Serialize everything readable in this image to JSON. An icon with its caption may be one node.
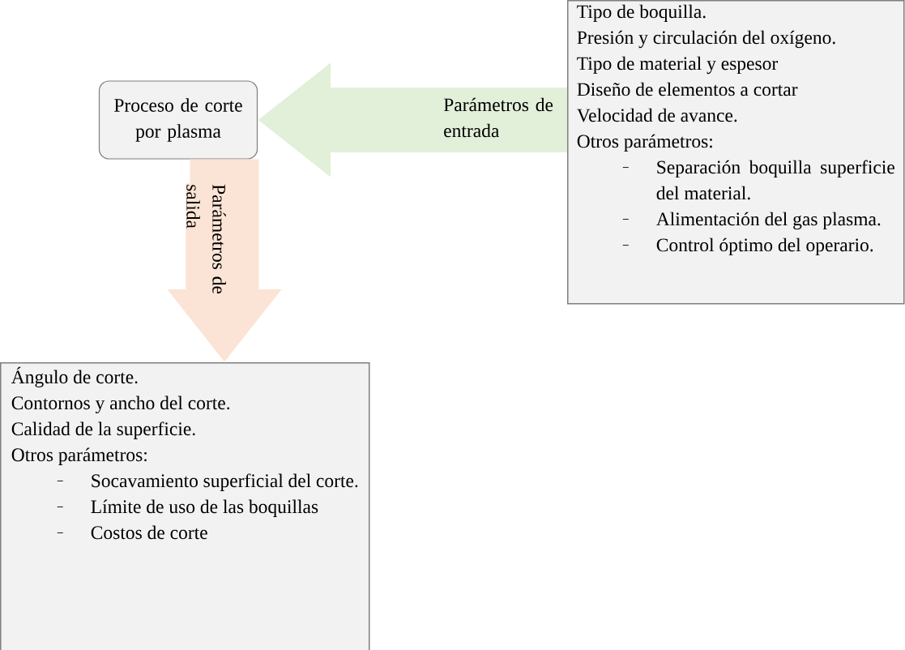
{
  "diagram": {
    "nodes": [
      {
        "text": [
          "Proceso de corte por plasma"
        ]
      },
      {
        "text": [
          "Tipo de boquilla.",
          "Presión y circulación del oxígeno.",
          "Tipo de material y espesor",
          "Diseño de elementos a cortar",
          "Velocidad de avance.",
          "Otros parámetros:",
          "Separación boquilla superficie del material.",
          "Alimentación del gas plasma.",
          "Control óptimo del operario."
        ]
      },
      {
        "text": [
          "Ángulo de corte.",
          "Contornos y ancho del corte.",
          "Calidad de la superficie.",
          "Otros parámetros:",
          "Socavamiento superficial del corte.",
          "Límite de uso de las boquillas",
          "Costos de corte"
        ]
      }
    ],
    "edges": [
      {
        "from": 1,
        "to": 0,
        "arrow": "to",
        "label": "Parámetros de entrada",
        "color": "#e2efd9"
      },
      {
        "from": 0,
        "to": 2,
        "arrow": "to",
        "label": "Parámetros de salida",
        "color": "#fbe4d5"
      }
    ]
  }
}
